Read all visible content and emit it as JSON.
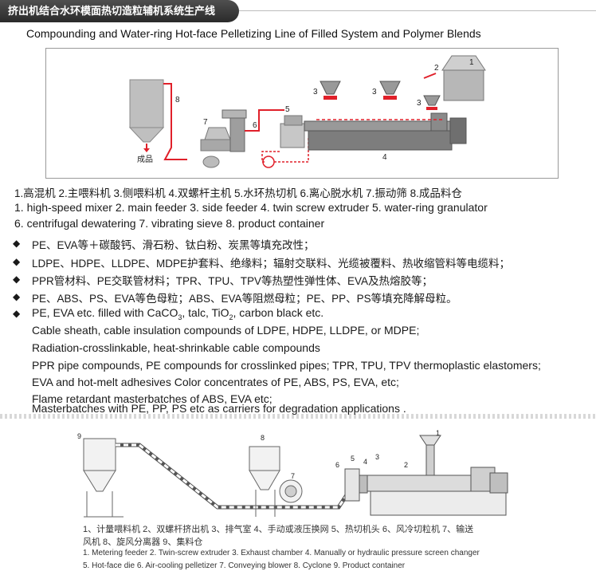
{
  "header": {
    "title": "挤出机结合水环模面热切造粒辅机系统生产线",
    "subtitle": "Compounding and Water-ring Hot-face Pelletizing Line of Filled System and Polymer Blends"
  },
  "diagram1": {
    "labels": [
      "1",
      "2",
      "3",
      "3",
      "3",
      "4",
      "5",
      "6",
      "7",
      "8"
    ],
    "product_label": "成品"
  },
  "parts1": {
    "cn": "1.高混机  2.主喂料机  3.侧喂料机  4.双螺杆主机  5.水环热切机  6.离心脱水机  7.振动筛  8.成品料仓",
    "en1": "1. high-speed mixer  2. main feeder  3. side feeder  4. twin screw extruder  5. water-ring granulator",
    "en2": "6. centrifugal dewatering  7. vibrating sieve    8. product container"
  },
  "applications": {
    "bullet": "◆",
    "cn": [
      "PE、EVA等＋碳酸钙、滑石粉、钛白粉、炭黑等填充改性；",
      "LDPE、HDPE、LLDPE、MDPE护套料、绝缘料；辐射交联料、光缆被覆料、热收缩管料等电缆料；",
      "PPR管材料、PE交联管材料；TPR、TPU、TPV等热塑性弹性体、EVA及热熔胶等；",
      "PE、ABS、PS、EVA等色母粒；ABS、EVA等阻燃母粒；PE、PP、PS等填充降解母粒。"
    ],
    "en_first_pre": "PE, EVA etc. filled with CaCO",
    "sub3": "3",
    "en_first_mid": ", talc, TiO",
    "sub2": "2",
    "en_first_post": ", carbon black etc.",
    "en": [
      "Cable sheath, cable insulation compounds of LDPE, HDPE, LLDPE, or MDPE;",
      "Radiation-crosslinkable, heat-shrinkable cable compounds",
      "PPR pipe compounds, PE compounds for crosslinked pipes; TPR, TPU, TPV thermoplastic elastomers;",
      "EVA and hot-melt adhesives  Color concentrates of PE, ABS, PS, EVA, etc;",
      "Flame retardant masterbatches of ABS, EVA etc;",
      "Masterbatches with PE, PP, PS etc as carriers for degradation applications ."
    ]
  },
  "diagram2": {
    "labels": [
      "9",
      "8",
      "7",
      "6",
      "5",
      "4",
      "3",
      "2",
      "1"
    ]
  },
  "parts2": {
    "cn1": "1、计量喂料机    2、双螺杆挤出机    3、排气室    4、手动或液压换网    5、热切机头    6、风冷切粒机    7、输送",
    "cn2": "风机    8、旋风分离器    9、集料仓",
    "en1": "1. Metering feeder  2. Twin-screw extruder  3. Exhaust chamber  4. Manually or hydraulic pressure screen changer",
    "en2": "5. Hot-face die  6. Air-cooling pelletizer  7. Conveying blower  8. Cyclone  9. Product container"
  },
  "colors": {
    "accent_red": "#e0202a",
    "machine_gray": "#8c8c8c"
  }
}
